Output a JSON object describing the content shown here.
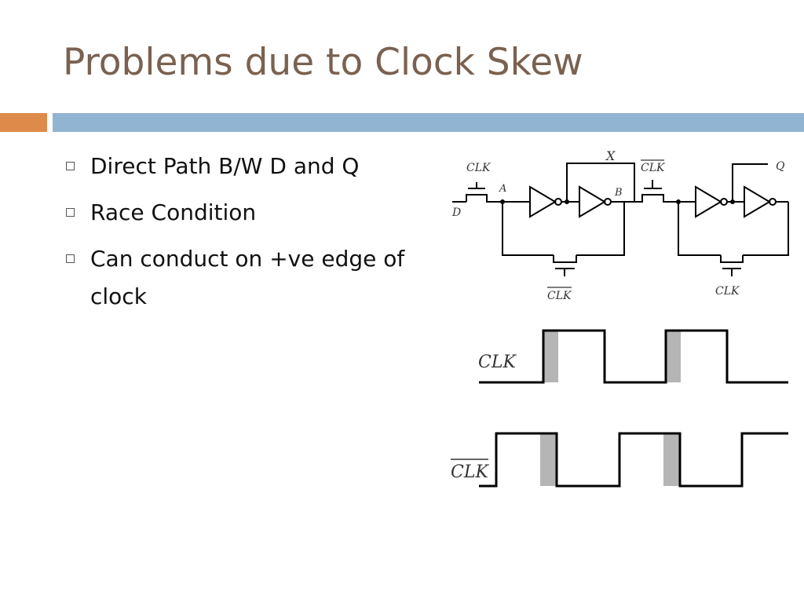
{
  "title": "Problems due to Clock Skew",
  "bullets": [
    {
      "text": "Direct Path B/W D and Q"
    },
    {
      "text": "Race Condition"
    },
    {
      "text": "Can conduct on +ve edge of clock"
    }
  ],
  "circuit_labels": {
    "clk_tg1": "CLK",
    "d": "D",
    "a": "A",
    "b": "B",
    "x": "X",
    "clkbar_tg2": "CLK",
    "q": "Q",
    "clkbar_fb1": "CLK",
    "clk_fb2": "CLK"
  },
  "waveforms": {
    "clk_label": "CLK",
    "clkbar_label": "CLK"
  }
}
